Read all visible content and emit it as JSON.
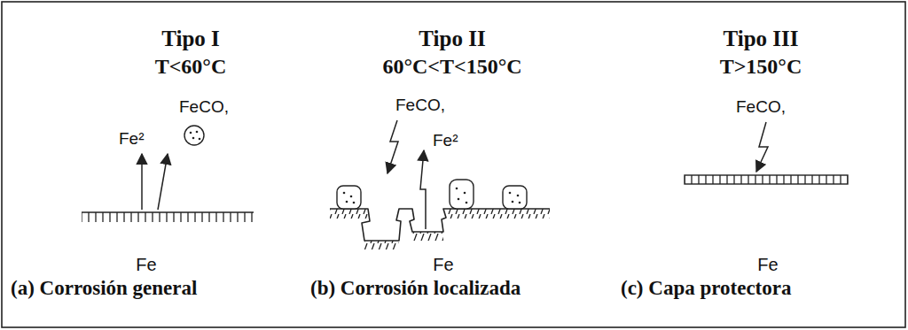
{
  "diagram": {
    "labels": [
      "Tipo I",
      "T<60°C",
      "Fe²",
      "FeCO,",
      "Fe",
      "(a) Corrosión general",
      "Tipo II",
      "60°C<T<150°C",
      "FeCO,",
      "Fe²",
      "Fe",
      "(b) Corrosión localizada",
      "Tipo III",
      "T>150°C",
      "FeCO,",
      "Fe",
      "(c) Capa protectora"
    ]
  }
}
